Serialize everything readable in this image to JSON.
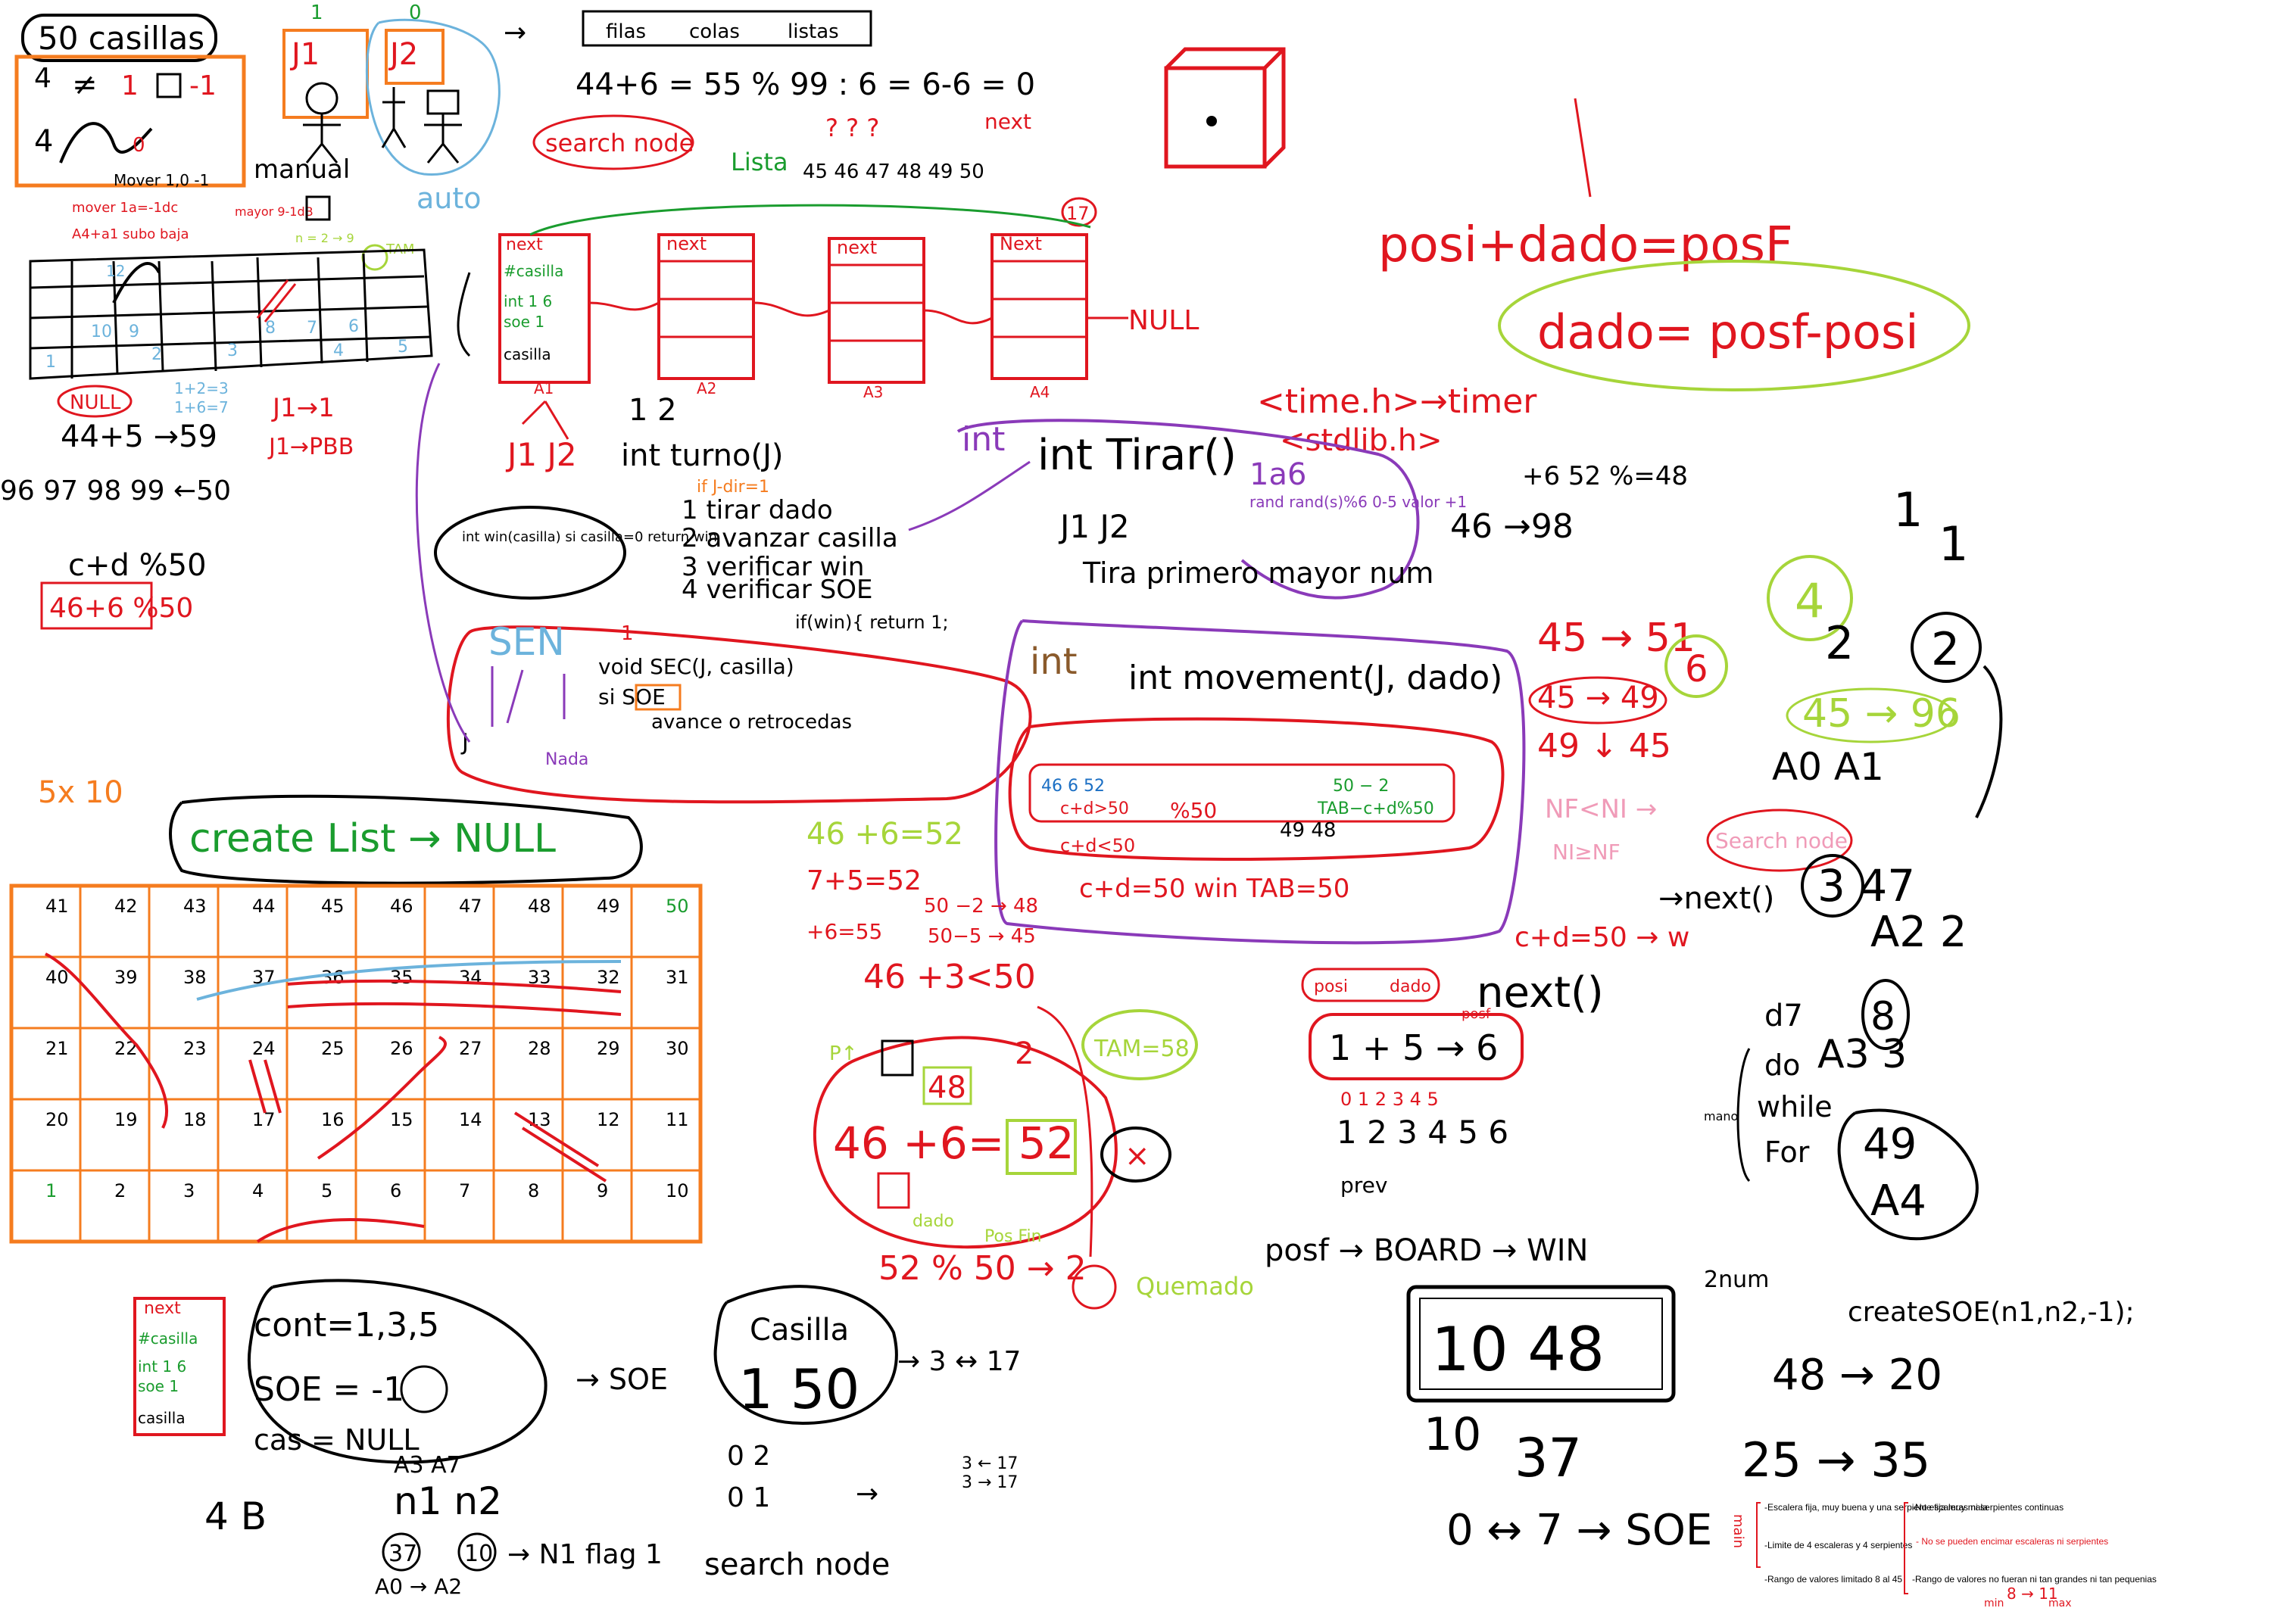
{
  "colors": {
    "black": "#000000",
    "red": "#e0161f",
    "orange": "#f57c1f",
    "green": "#1a9c2e",
    "lime": "#a6d53a",
    "blue": "#1b6fc4",
    "lightblue": "#6cb3dc",
    "purple": "#8a3ab9",
    "brown": "#8a5a2b",
    "pink": "#f09bb8"
  },
  "top_left": {
    "title": "50 casillas",
    "legend_rows": [
      "4",
      "1",
      "-1",
      "4",
      "0"
    ],
    "legend_caption": "Mover 1,0 -1",
    "mover_note": "mover 1a=-1dc",
    "mayor_note": "mayor 9-1dB",
    "subo_baja": "A4+a1 subo baja",
    "n_eq": "n = 2 → 9",
    "tam": "TAM",
    "null_label": "NULL",
    "sum1": "1+2=3",
    "sum2": "1+6=7",
    "j1_1": "J1→1",
    "j1_pb": "J1→PBB",
    "expr1": "44+5 →59",
    "expr2": "96 97 98 99 ←50",
    "expr3": "c+d %50",
    "expr4": "46+6 %50",
    "players": [
      "J1",
      "J2"
    ],
    "mode_manual": "manual",
    "mode_auto": "auto",
    "mini_grid": [
      [
        "",
        "",
        "",
        "12",
        "",
        "",
        "",
        "",
        "",
        "",
        ""
      ],
      [
        "",
        "",
        "",
        "",
        "",
        "",
        "",
        "",
        "",
        "",
        ""
      ],
      [
        "",
        "",
        "",
        "",
        "10",
        "9",
        "",
        "",
        "8",
        "7",
        "6"
      ],
      [
        "",
        "",
        "1",
        "2",
        "3",
        "",
        "4",
        "5",
        "",
        "",
        ""
      ]
    ]
  },
  "header": {
    "tabs": [
      "filas",
      "colas",
      "listas"
    ],
    "expr": "44+6 = 55 %   99 : 6 = 6-6 = 0",
    "search_node": "search node",
    "lista": "Lista",
    "lista_values": "45 46 47 48 49 50",
    "question_marks": "? ? ?",
    "next_label": "next",
    "node17": "17"
  },
  "nodes": [
    {
      "head": "next",
      "lines": [
        "#casilla",
        "int 1 6",
        "soe 1",
        "casilla"
      ],
      "label": "A1"
    },
    {
      "head": "next",
      "lines": [
        "",
        "",
        "",
        ""
      ],
      "label": "A2"
    },
    {
      "head": "next",
      "lines": [
        "",
        "",
        "",
        ""
      ],
      "label": "A3"
    },
    {
      "head": "Next",
      "lines": [
        "",
        "",
        "",
        ""
      ],
      "label": "A4"
    }
  ],
  "null_end": "NULL",
  "right_top": {
    "formula1": "posi+dado=posF",
    "formula2": "dado= posf-posi",
    "includes1": "<time.h>→timer",
    "includes2": "<stdlib.h>",
    "calc1": "+6  52 %=48",
    "calc2": "46 →98"
  },
  "turn_block": {
    "j_labels": "1   2",
    "j1j2": "J1  J2",
    "turn_fn": "int turno(J)",
    "steps": [
      "if J-dir=1",
      "1 tirar dado",
      "2 avanzar casilla",
      "3 verificar win",
      "4 verificar SOE"
    ],
    "win_fn": "int win(casilla) si casilla=0 return win",
    "tirar_fn": "int Tirar()",
    "tirar_rand": "rand rand(s)%6 0-5 valor +1",
    "tirar_j": "J1  J2",
    "tirar_note": "Tira primero mayor num",
    "sen_title": "SEN",
    "sen_void": "void  SEC(J, casilla)",
    "sen_si": "si SOE",
    "sen_avance": "avance o retrocedas",
    "sen_nada": "Nada",
    "if_win": "if(win){ return 1;"
  },
  "movement": {
    "title": "int movement(J, dado)",
    "calc_a": "46  6  52",
    "calc_b": "c+d>50",
    "calc_c": "%50",
    "calc_d": "50 − 2",
    "calc_e": "TAB−c+d%50",
    "calc_f": "49  48",
    "calc_g": "c+d<50",
    "calc_h": "c+d=50  win  TAB=50",
    "nf_ni": "NF<NI →",
    "ni_nf": "NI≥NF",
    "search_node": "Search node",
    "next_call": "→next()",
    "win_eq": "c+d=50 → w",
    "r1": "45 → 51",
    "r2": "6",
    "r3": "45 → 49",
    "r4": "49 ↓ 45"
  },
  "right_column": {
    "nums": [
      "1",
      "1",
      "4",
      "2",
      "2",
      "45 → 96",
      "A0  A1",
      "3  47",
      "A2  2",
      "A3  3",
      "A4"
    ],
    "loops": [
      "do",
      "while",
      "For"
    ],
    "mano": "mano",
    "create_soe": "createSOE(n1,n2,-1);",
    "arrow48": "48 → 20",
    "big1": "10   48",
    "big2": "10",
    "big3": "37",
    "big4": "25 → 35",
    "soe_line": "0 ↔ 7 → SOE",
    "two_num": "2num"
  },
  "board": {
    "label": "5x 10",
    "create_list": "create List → NULL",
    "rows": [
      [
        "41",
        "42",
        "43",
        "44",
        "45",
        "46",
        "47",
        "48",
        "49",
        "50"
      ],
      [
        "40",
        "39",
        "38",
        "37",
        "36",
        "35",
        "34",
        "33",
        "32",
        "31"
      ],
      [
        "21",
        "22",
        "23",
        "24",
        "25",
        "26",
        "27",
        "28",
        "29",
        "30"
      ],
      [
        "20",
        "19",
        "18",
        "17",
        "16",
        "15",
        "14",
        "13",
        "12",
        "11"
      ],
      [
        "1",
        "2",
        "3",
        "4",
        "5",
        "6",
        "7",
        "8",
        "9",
        "10"
      ]
    ]
  },
  "middle": {
    "green1": "46 +6=52",
    "red1": "7+5=52",
    "red2": "+6=55",
    "red3": "50 −2 → 48",
    "red4": "50−5 → 45",
    "blue1": "46  +3<50",
    "dado_label": "dado",
    "ptr": "P↑",
    "num48": "48",
    "num2": "2",
    "eq_big": "46  +6= 52",
    "pos_fin": "Pos Fin",
    "mod": "52 % 50 → 2",
    "quemado": "Quemado",
    "tam58": "TAM=58",
    "posi_label": "posi",
    "dado2": "dado",
    "poss": "posf",
    "next_fn": "next()",
    "sum_box": "1 + 5 → 6",
    "idx": "0 1 2 3 4 5",
    "seq": "1 2 3 4 5 6",
    "prev": "prev",
    "flow": "posf → BOARD → WIN"
  },
  "bottom": {
    "node_head": "next",
    "node_lines": [
      "#casilla",
      "int 1 6",
      "soe 1",
      "casilla"
    ],
    "cont": "cont=1,3,5",
    "soe": "SOE = -1",
    "cas": "cas = NULL",
    "soe_arrow": "→ SOE",
    "ab": "4    B",
    "a3a7": "A3 A7",
    "n1n2": "n1  n2",
    "circles": [
      "37",
      "10"
    ],
    "n1_flag": "→ N1  flag 1",
    "a0a2": "A0 → A2",
    "casilla_title": "Casilla",
    "casilla_val": "1  50",
    "arrow317": "→ 3 ↔ 17",
    "pairs": [
      "0 2",
      "0 1"
    ],
    "pairs2": [
      "3 ← 17",
      "3 → 17"
    ],
    "search_node": "search node"
  },
  "notes_panel": {
    "left_label": "main",
    "left": [
      "-Escalera fija, muy buena y una serpiente fija muy mala",
      "-Limite de 4 escaleras y 4 serpientes",
      "-Rango de valores limitado 8 al 45"
    ],
    "right": [
      "-No escaleras ni serpientes continuas",
      "- No se pueden encimar escaleras ni serpientes",
      "-Rango de valores no fueran ni tan grandes ni tan pequenias"
    ],
    "min_max": "8 → 11",
    "min_label": "min",
    "max_label": "max"
  }
}
